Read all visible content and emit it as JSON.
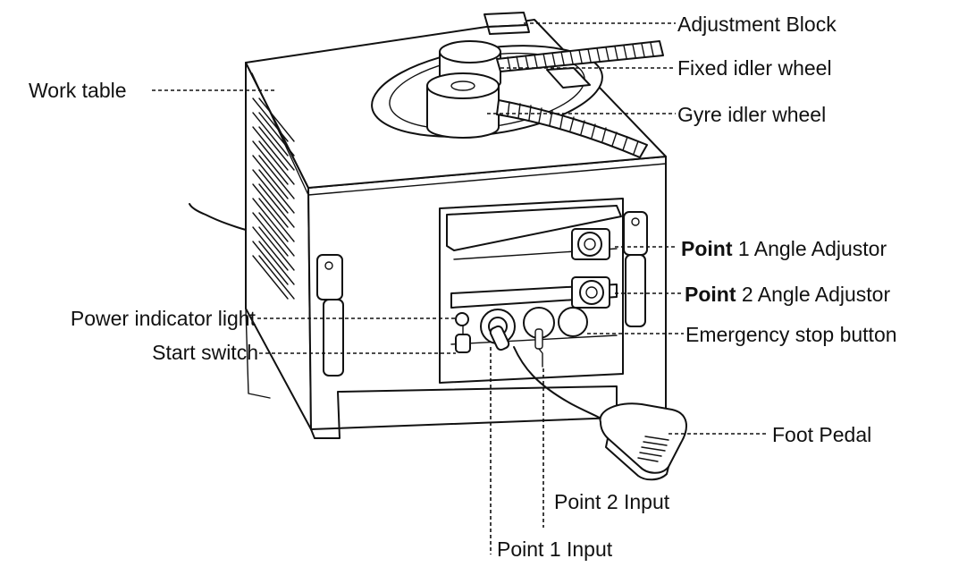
{
  "labels": {
    "adjustment_block": "Adjustment Block",
    "fixed_idler_wheel": "Fixed idler wheel",
    "gyre_idler_wheel": "Gyre idler wheel",
    "work_table": "Work table",
    "point1_angle_bold": "Point",
    "point1_angle_rest": " 1 Angle Adjustor",
    "point2_angle_bold": "Point",
    "point2_angle_rest": " 2 Angle  Adjustor",
    "power_indicator_light": "Power indicator light",
    "start_switch": "Start switch",
    "emergency_stop_button": "Emergency stop button",
    "foot_pedal": "Foot Pedal",
    "point2_input": "Point 2 Input",
    "point1_input": "Point 1 Input"
  }
}
